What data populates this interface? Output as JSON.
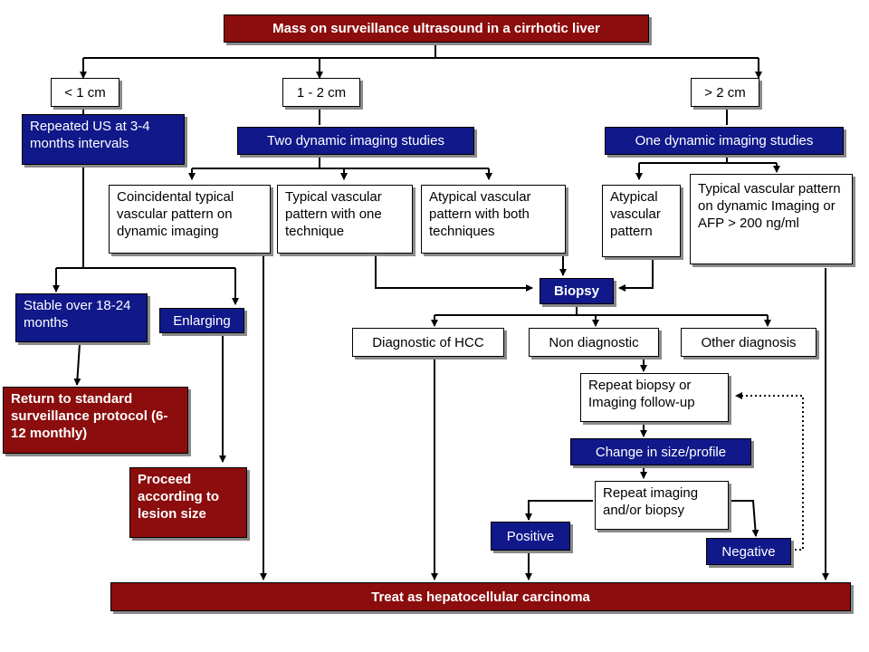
{
  "colors": {
    "navy": "#10188a",
    "maroon": "#8b0d0d",
    "line": "#000000",
    "shadow": "#8a8a8a"
  },
  "boxes": {
    "title": "Mass on surveillance ultrasound in a cirrhotic liver",
    "size_small": "< 1 cm",
    "size_mid": "1 - 2 cm",
    "size_large": "> 2 cm",
    "repeated_us": "Repeated US at 3-4 months intervals",
    "two_dynamic": "Two dynamic imaging studies",
    "one_dynamic": "One dynamic imaging studies",
    "coincidental": "Coincidental typical vascular pattern on dynamic imaging",
    "typical_one": "Typical vascular pattern with one technique",
    "atypical_both": "Atypical vascular pattern with both techniques",
    "atypical": "Atypical vascular pattern",
    "typical_afp": "Typical vascular pattern on dynamic Imaging or AFP > 200 ng/ml",
    "stable": "Stable over 18-24 months",
    "enlarging": "Enlarging",
    "return_standard": "Return to standard surveillance protocol (6-12 monthly)",
    "proceed": "Proceed according to lesion size",
    "biopsy": "Biopsy",
    "diag_hcc": "Diagnostic of HCC",
    "non_diag": "Non diagnostic",
    "other_diag": "Other diagnosis",
    "repeat_biopsy": "Repeat biopsy or Imaging follow-up",
    "change_size": "Change in size/profile",
    "repeat_imaging": "Repeat imaging and/or biopsy",
    "positive": "Positive",
    "negative": "Negative",
    "treat_hcc": "Treat as hepatocellular carcinoma"
  }
}
